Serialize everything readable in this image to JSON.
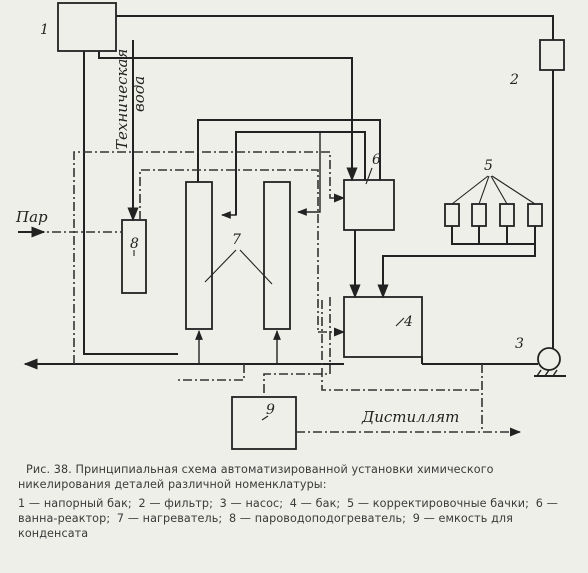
{
  "diagram": {
    "labels": {
      "steam": "Пар",
      "tech_water_line1": "Техническая",
      "tech_water_line2": "вода",
      "distillate": "Дистиллят"
    },
    "numbers": {
      "n1": "1",
      "n2": "2",
      "n3": "3",
      "n4": "4",
      "n5": "5",
      "n6": "6",
      "n7": "7",
      "n8": "8",
      "n9": "9"
    }
  },
  "caption": {
    "title": "Рис. 38. Принципиальная схема автоматизированной установки химического никелирования деталей различной номенклатуры:",
    "legend": [
      "1 — напорный бак;",
      "2 — фильтр;",
      "3 — насос;",
      "4 — бак;",
      "5 — корректировочные бачки;",
      "6 — ванна-реактор;",
      "7 — нагреватель;",
      "8 — пароводоподогреватель;",
      "9 — емкость для конденсата"
    ]
  }
}
